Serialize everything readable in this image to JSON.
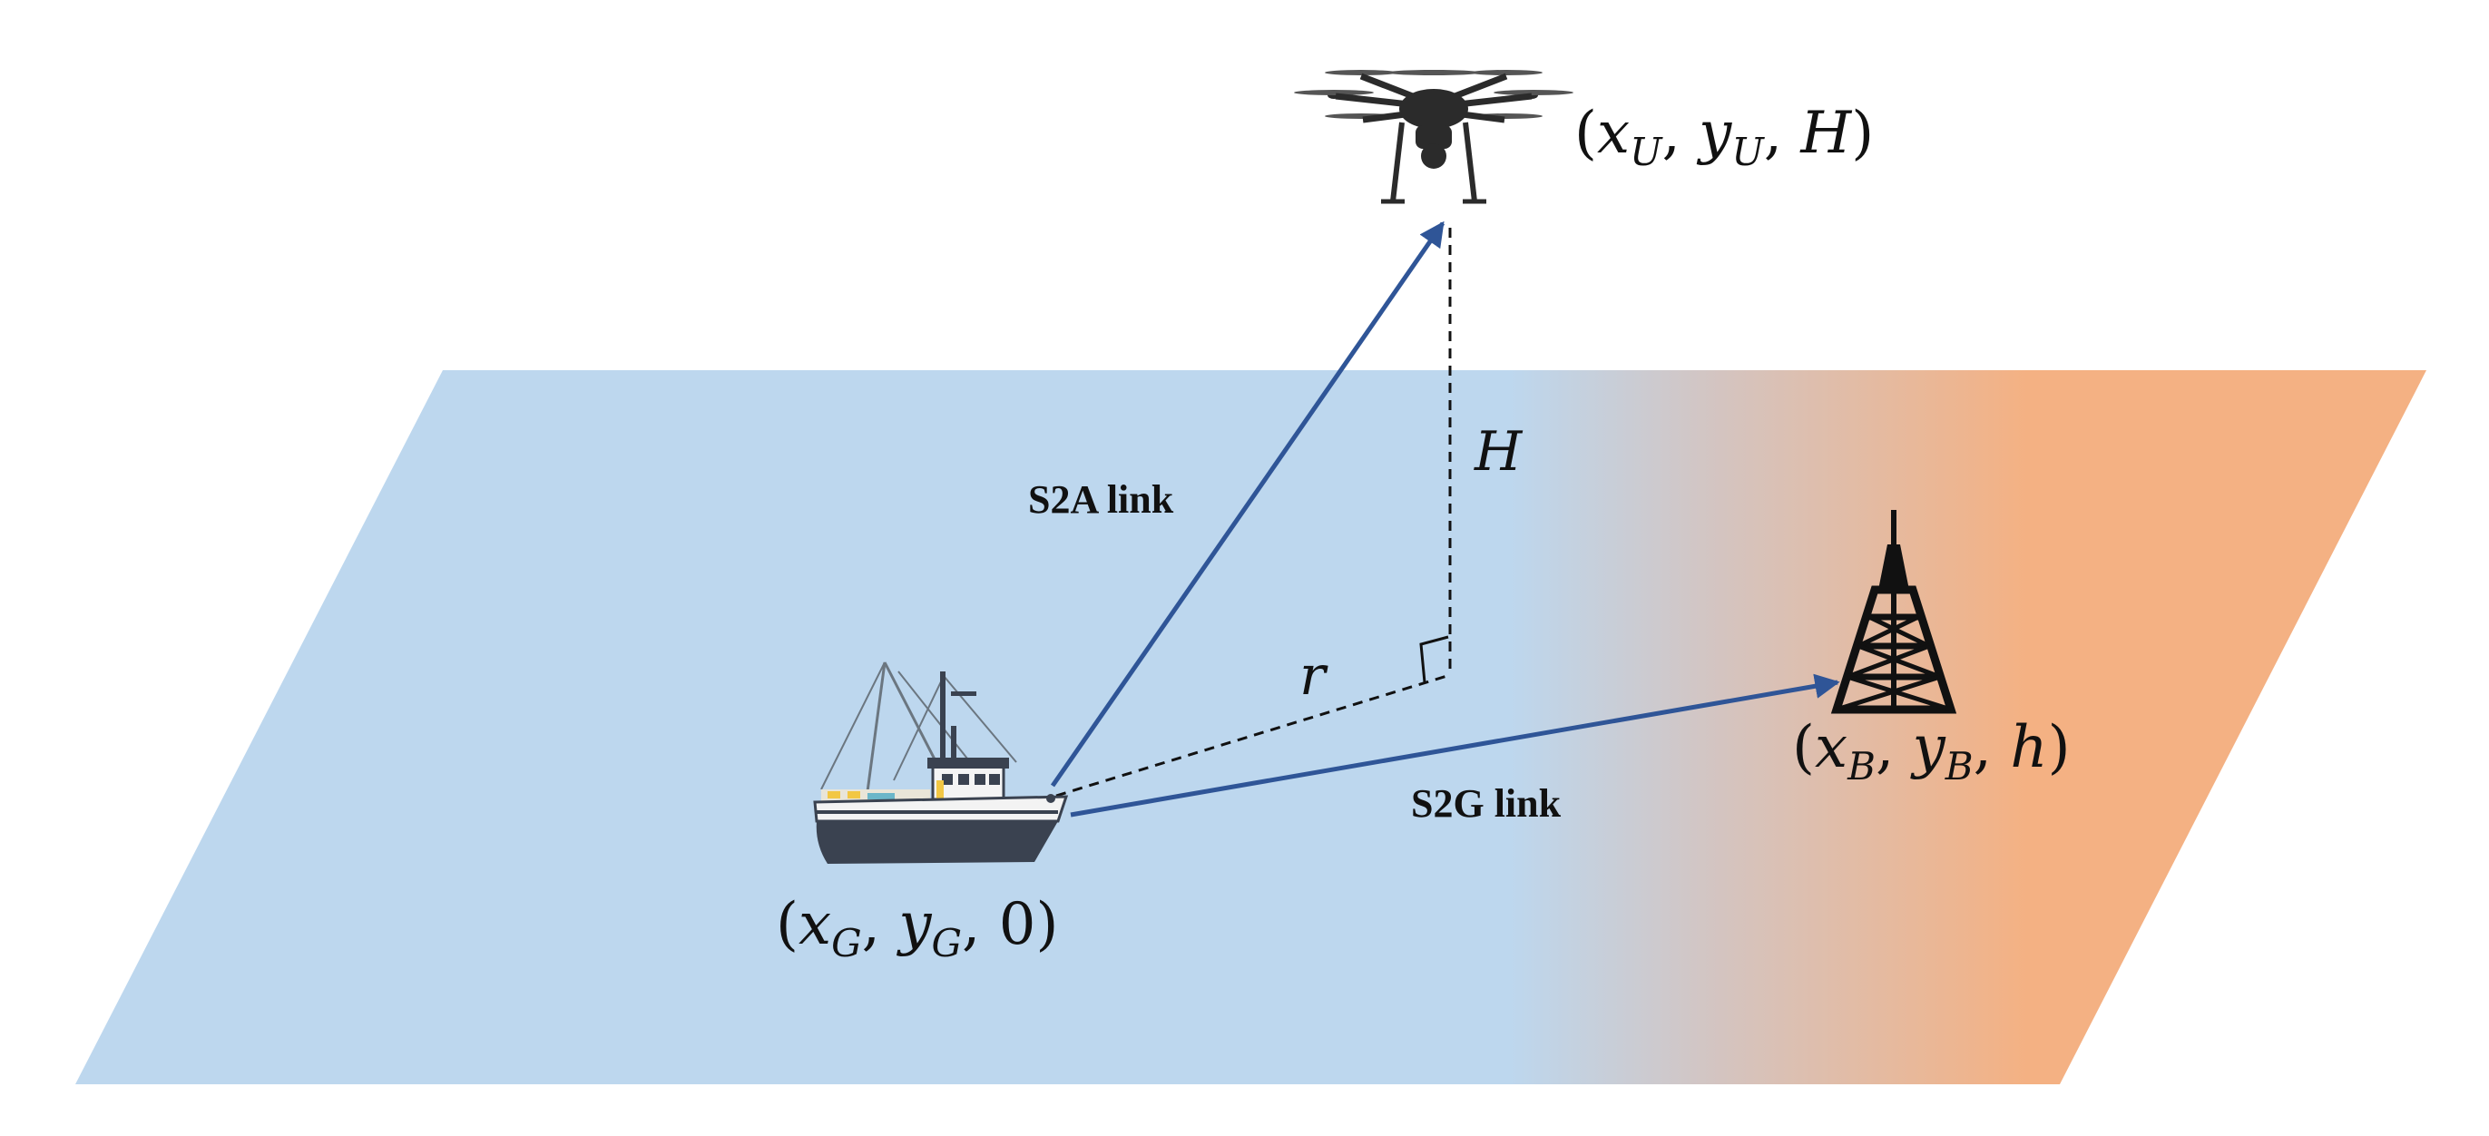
{
  "colors": {
    "sea": "#bdd7ee",
    "land": "#f4b183",
    "arrow": "#2f5597",
    "dashed": "#111111",
    "text": "#111111"
  },
  "links": {
    "s2a_label": "S2A link",
    "s2g_label": "S2G link"
  },
  "labels": {
    "height_symbol": "H",
    "distance_symbol": "r"
  },
  "nodes": {
    "uav": {
      "icon": "drone-icon",
      "coord": {
        "open": "(",
        "x": "x",
        "xsub": "U",
        "sep1": ", ",
        "y": "y",
        "ysub": "U",
        "sep2": ", ",
        "z": "H",
        "close": ")"
      }
    },
    "ship": {
      "icon": "fishing-boat-icon",
      "coord": {
        "open": "(",
        "x": "x",
        "xsub": "G",
        "sep1": ", ",
        "y": "y",
        "ysub": "G",
        "sep2": ", ",
        "z": "0",
        "close": ")"
      }
    },
    "base_station": {
      "icon": "cell-tower-icon",
      "coord": {
        "open": "(",
        "x": "x",
        "xsub": "B",
        "sep1": ", ",
        "y": "y",
        "ysub": "B",
        "sep2": ", ",
        "z": "h",
        "close": ")"
      }
    }
  }
}
